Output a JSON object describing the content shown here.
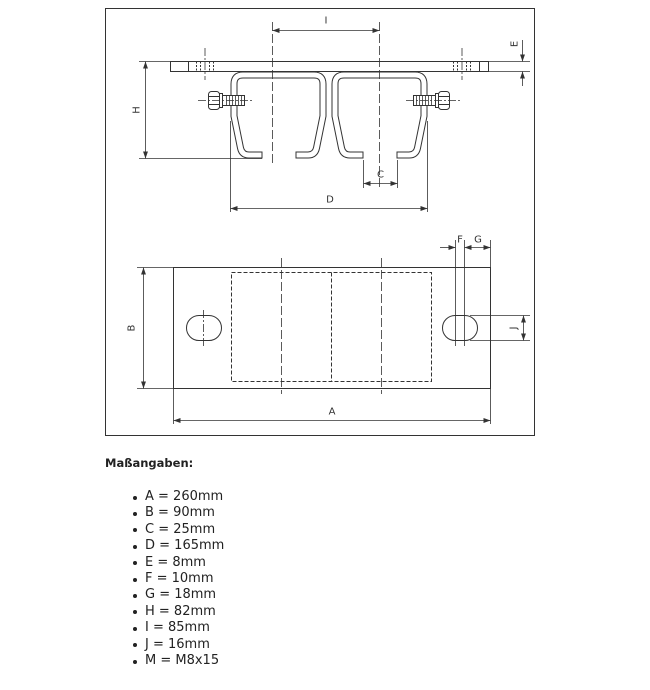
{
  "drawing": {
    "labels": {
      "A": "A",
      "B": "B",
      "C": "C",
      "D": "D",
      "E": "E",
      "F": "F",
      "G": "G",
      "H": "H",
      "I": "I",
      "J": "J"
    }
  },
  "specs": {
    "heading": "Maßangaben:",
    "items": [
      "A = 260mm",
      "B = 90mm",
      "C = 25mm",
      "D = 165mm",
      "E = 8mm",
      "F = 10mm",
      "G = 18mm",
      "H = 82mm",
      "I = 85mm",
      "J = 16mm",
      "M = M8x15"
    ]
  }
}
